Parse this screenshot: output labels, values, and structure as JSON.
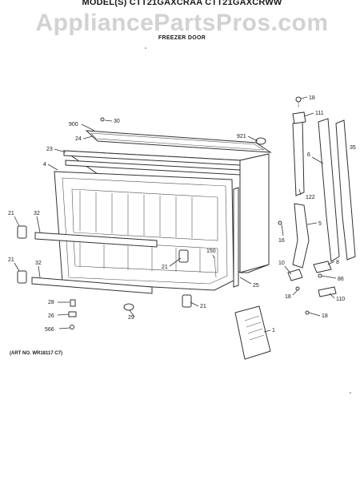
{
  "header": {
    "model_title": "MODEL(S) CTT21GAXCRAA  CTT21GAXCRWW",
    "watermark": "AppliancePartsPros.com",
    "section_title": "FREEZER DOOR"
  },
  "art_no": "(ART NO. WR18117 C7)",
  "manual_lines": [
    "",
    "",
    "",
    ""
  ],
  "callouts": [
    {
      "id": "c-18a",
      "label": "18"
    },
    {
      "id": "c-111",
      "label": "111"
    },
    {
      "id": "c-900",
      "label": "900"
    },
    {
      "id": "c-30",
      "label": "30"
    },
    {
      "id": "c-24",
      "label": "24"
    },
    {
      "id": "c-921",
      "label": "921"
    },
    {
      "id": "c-35",
      "label": "35"
    },
    {
      "id": "c-6",
      "label": "6"
    },
    {
      "id": "c-23",
      "label": "23"
    },
    {
      "id": "c-4",
      "label": "4"
    },
    {
      "id": "c-122",
      "label": "122"
    },
    {
      "id": "c-21a",
      "label": "21"
    },
    {
      "id": "c-32a",
      "label": "32"
    },
    {
      "id": "c-5",
      "label": "5"
    },
    {
      "id": "c-16",
      "label": "16"
    },
    {
      "id": "c-150",
      "label": "150"
    },
    {
      "id": "c-21b",
      "label": "21"
    },
    {
      "id": "c-8",
      "label": "8"
    },
    {
      "id": "c-10",
      "label": "10"
    },
    {
      "id": "c-21c",
      "label": "21"
    },
    {
      "id": "c-32b",
      "label": "32"
    },
    {
      "id": "c-25",
      "label": "25"
    },
    {
      "id": "c-86",
      "label": "86"
    },
    {
      "id": "c-18b",
      "label": "18"
    },
    {
      "id": "c-110",
      "label": "110"
    },
    {
      "id": "c-28",
      "label": "28"
    },
    {
      "id": "c-21d",
      "label": "21"
    },
    {
      "id": "c-26",
      "label": "26"
    },
    {
      "id": "c-29",
      "label": "29"
    },
    {
      "id": "c-18c",
      "label": "18"
    },
    {
      "id": "c-566",
      "label": "566"
    },
    {
      "id": "c-1",
      "label": "1"
    }
  ]
}
